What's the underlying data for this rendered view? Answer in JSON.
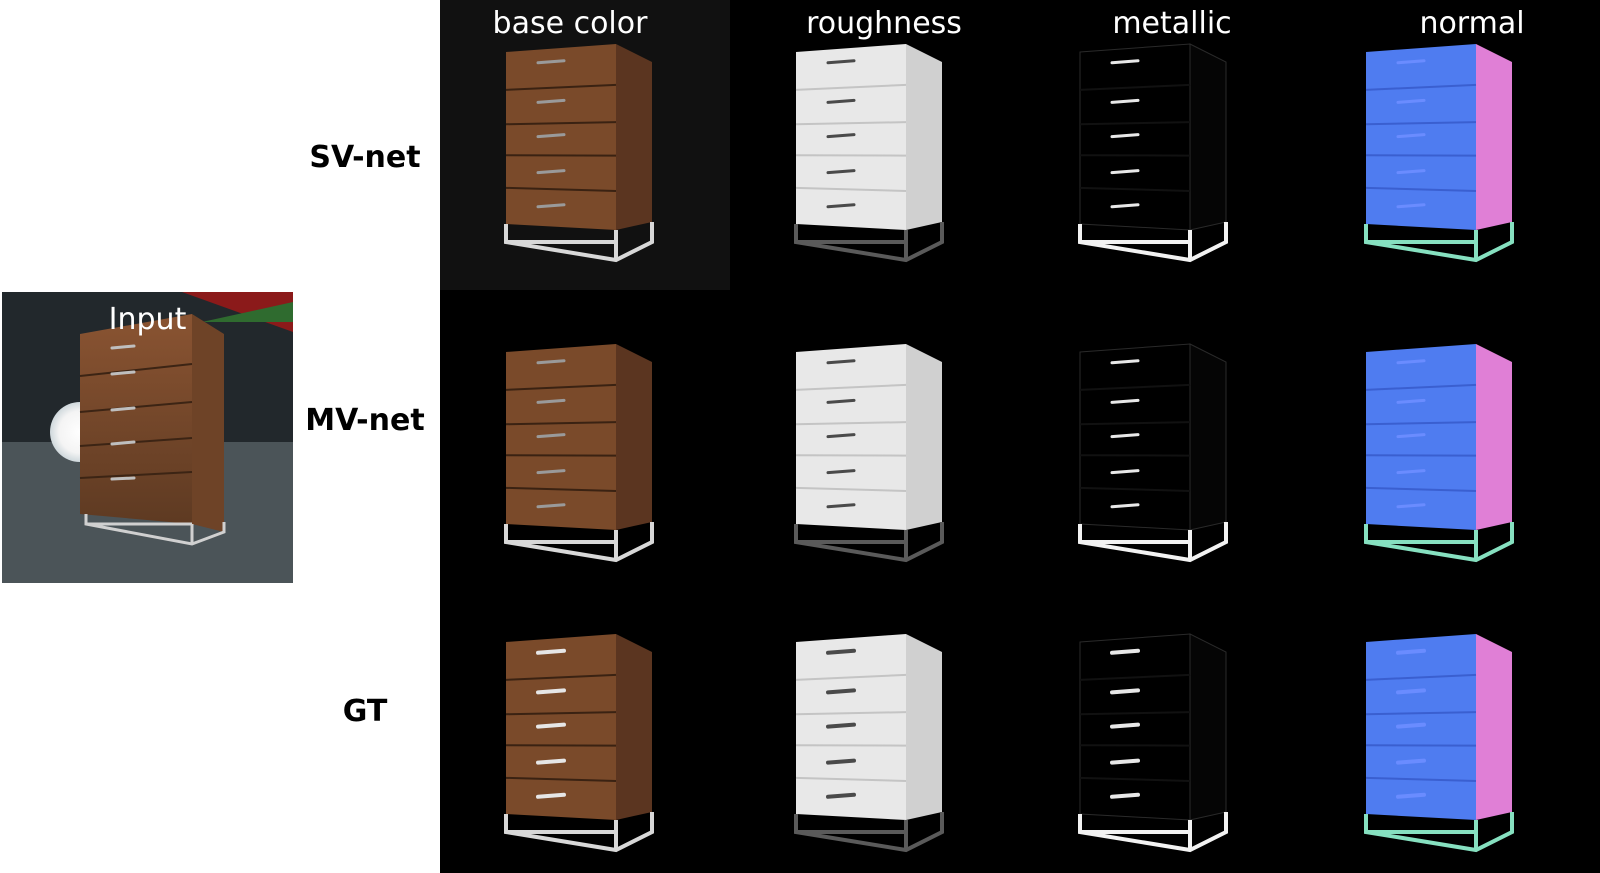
{
  "input_label": "Input",
  "row_labels": [
    "SV-net",
    "MV-net",
    "GT"
  ],
  "columns": [
    "base color",
    "roughness",
    "metallic",
    "normal"
  ],
  "colors": {
    "grid_background": "#000000",
    "base_color_wood": "#7a4a2a",
    "roughness_gray": "#e8e8e8",
    "normal_front": "#4f7cf0",
    "normal_side": "#e07fd6"
  }
}
